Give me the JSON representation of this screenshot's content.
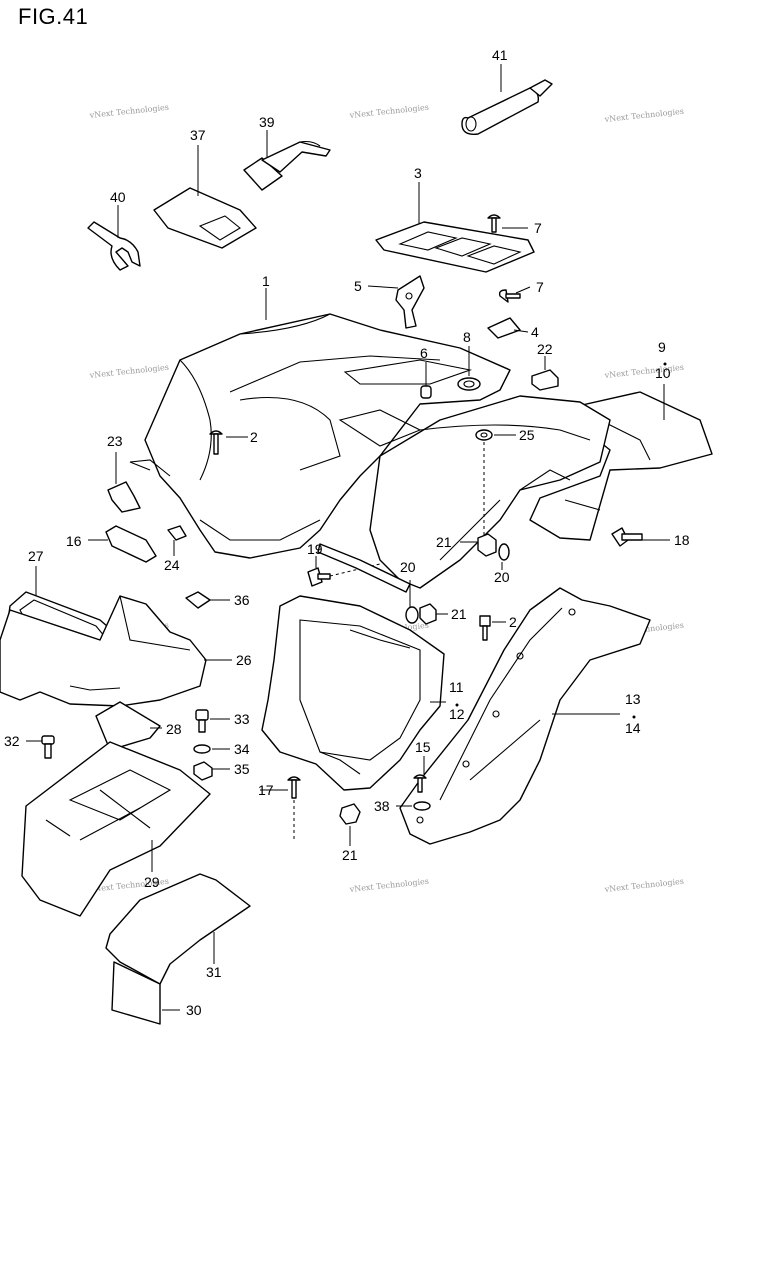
{
  "figure_title": "FIG.41",
  "watermark": "vNext Technologies",
  "callouts": [
    "41",
    "39",
    "37",
    "40",
    "3",
    "7",
    "7",
    "5",
    "4",
    "1",
    "8",
    "6",
    "22",
    "9",
    "10",
    "2",
    "25",
    "23",
    "16",
    "24",
    "21",
    "20",
    "18",
    "19",
    "20",
    "21",
    "27",
    "36",
    "26",
    "2",
    "11",
    "12",
    "13",
    "14",
    "33",
    "28",
    "34",
    "32",
    "35",
    "15",
    "17",
    "38",
    "21",
    "29",
    "31",
    "30"
  ]
}
